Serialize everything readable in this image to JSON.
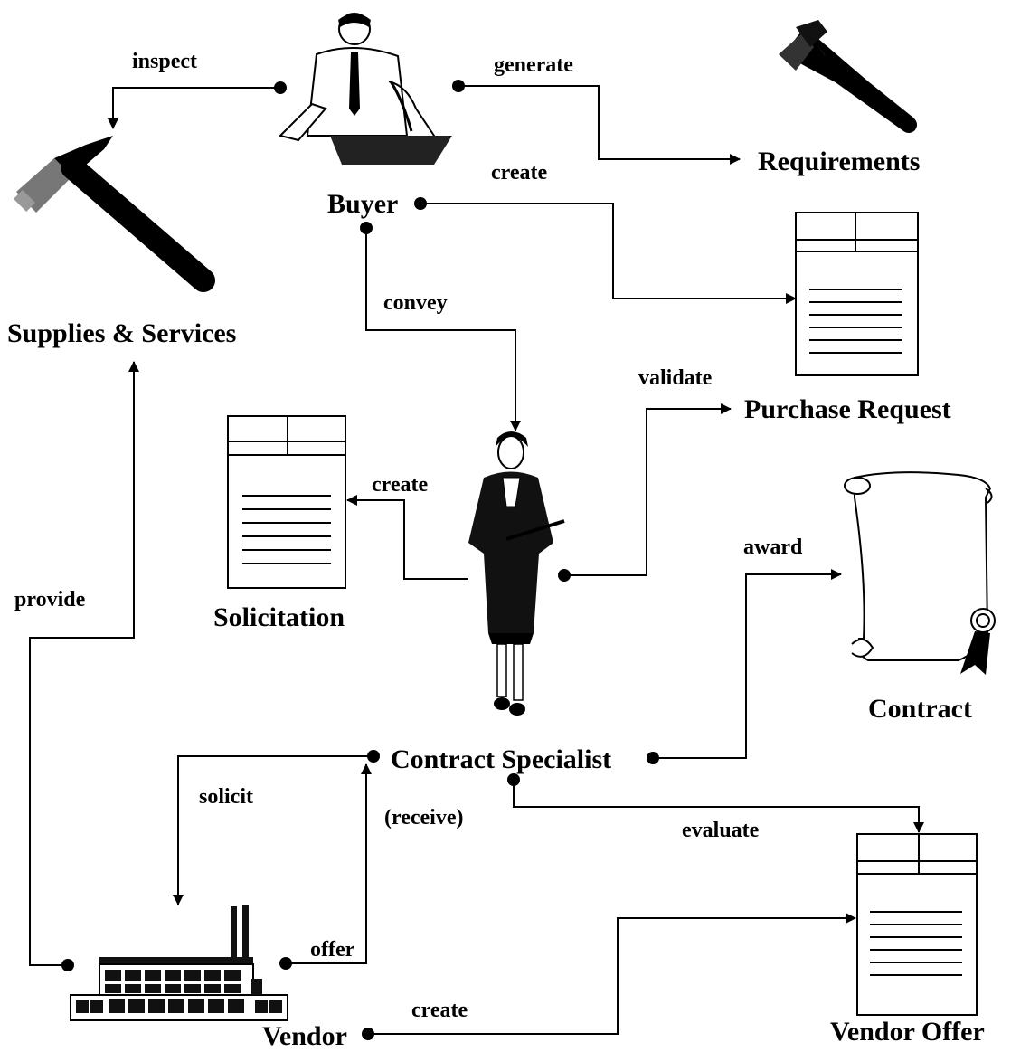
{
  "nodes": {
    "supplies": "Supplies & Services",
    "requirements": "Requirements",
    "buyer": "Buyer",
    "purchase_request": "Purchase Request",
    "solicitation": "Solicitation",
    "contract": "Contract",
    "contract_specialist": "Contract Specialist",
    "vendor": "Vendor",
    "vendor_offer": "Vendor Offer"
  },
  "edges": {
    "inspect": "inspect",
    "generate": "generate",
    "create_pr": "create",
    "convey": "convey",
    "validate": "validate",
    "create_solicitation": "create",
    "award": "award",
    "provide": "provide",
    "solicit": "solicit",
    "receive": "(receive)",
    "evaluate": "evaluate",
    "offer": "offer",
    "create_offer": "create"
  }
}
